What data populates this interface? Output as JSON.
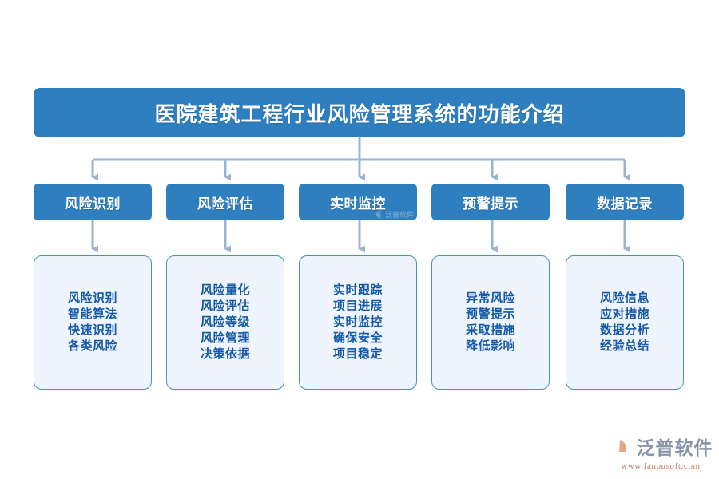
{
  "title": {
    "text": "医院建筑工程行业风险管理系统的功能介绍"
  },
  "colors": {
    "header_blue": "#2e7fbf",
    "panel_bg": "#eef5fe",
    "panel_border": "#4a90c4",
    "panel_text": "#1558a8",
    "connector": "#9bb4d4",
    "page_bg": "#ffffff",
    "brand_gray": "#8894a8",
    "brand_orange": "#c97f6a"
  },
  "columns": [
    {
      "header": "风险识别",
      "items": [
        "风险识别",
        "智能算法",
        "快速识别",
        "各类风险"
      ]
    },
    {
      "header": "风险评估",
      "items": [
        "风险量化",
        "风险评估",
        "风险等级",
        "风险管理",
        "决策依据"
      ]
    },
    {
      "header": "实时监控",
      "watermark": "泛普软件",
      "items": [
        "实时跟踪",
        "项目进展",
        "实时监控",
        "确保安全",
        "项目稳定"
      ]
    },
    {
      "header": "预警提示",
      "items": [
        "异常风险",
        "预警提示",
        "采取措施",
        "降低影响"
      ]
    },
    {
      "header": "数据记录",
      "items": [
        "风险信息",
        "应对措施",
        "数据分析",
        "经验总结"
      ]
    }
  ],
  "brand": {
    "name": "泛普软件",
    "url": "www.fanpusoft.com"
  }
}
